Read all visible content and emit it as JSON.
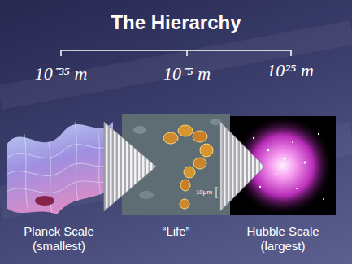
{
  "diagram": {
    "title": "The Hierarchy",
    "nodes": [
      {
        "text": [
          "Planck Scale (smallest)"
        ]
      },
      {
        "text": [
          "“Life”"
        ]
      },
      {
        "text": [
          "Hubble Scale (largest)"
        ]
      }
    ],
    "edges": [
      {
        "from": 0,
        "to": 1,
        "arrow": "to"
      },
      {
        "from": 1,
        "to": 2,
        "arrow": "to"
      }
    ],
    "labels": [
      "10⁻³⁵ m",
      "10⁻⁵ m",
      "10²⁵ m",
      "10μm"
    ]
  }
}
